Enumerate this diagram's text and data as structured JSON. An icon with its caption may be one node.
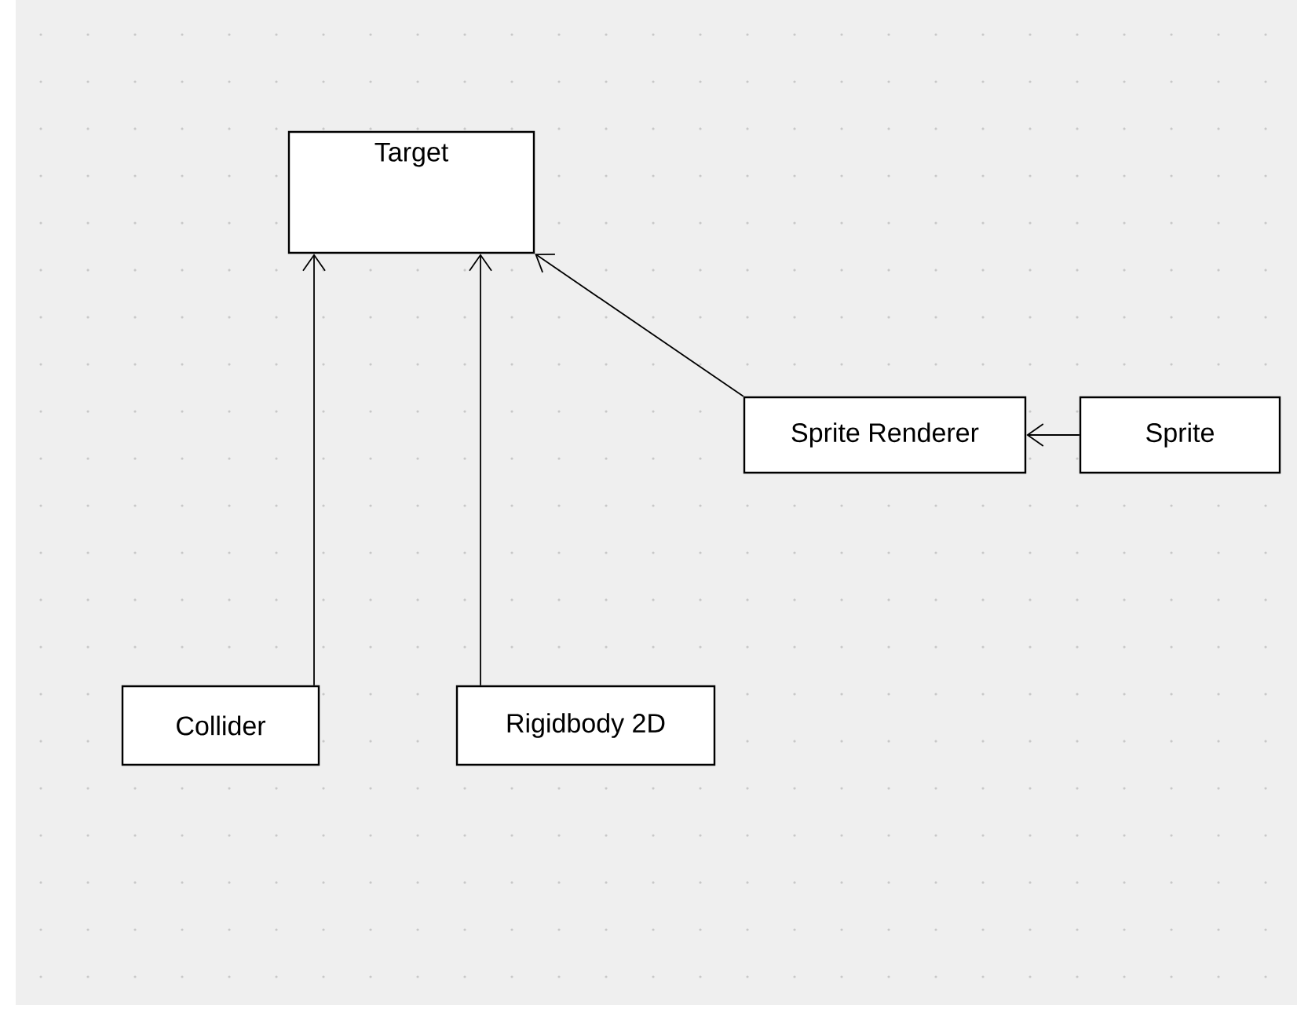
{
  "diagram": {
    "nodes": [
      {
        "text": [
          "Target"
        ]
      },
      {
        "text": [
          "Sprite Renderer"
        ]
      },
      {
        "text": [
          "Sprite"
        ]
      },
      {
        "text": [
          "Collider"
        ]
      },
      {
        "text": [
          "Rigidbody 2D"
        ]
      }
    ],
    "edges": [
      {
        "from": 3,
        "to": 0,
        "arrow": "to"
      },
      {
        "from": 4,
        "to": 0,
        "arrow": "to"
      },
      {
        "from": 1,
        "to": 0,
        "arrow": "to"
      },
      {
        "from": 2,
        "to": 1,
        "arrow": "to"
      }
    ]
  }
}
